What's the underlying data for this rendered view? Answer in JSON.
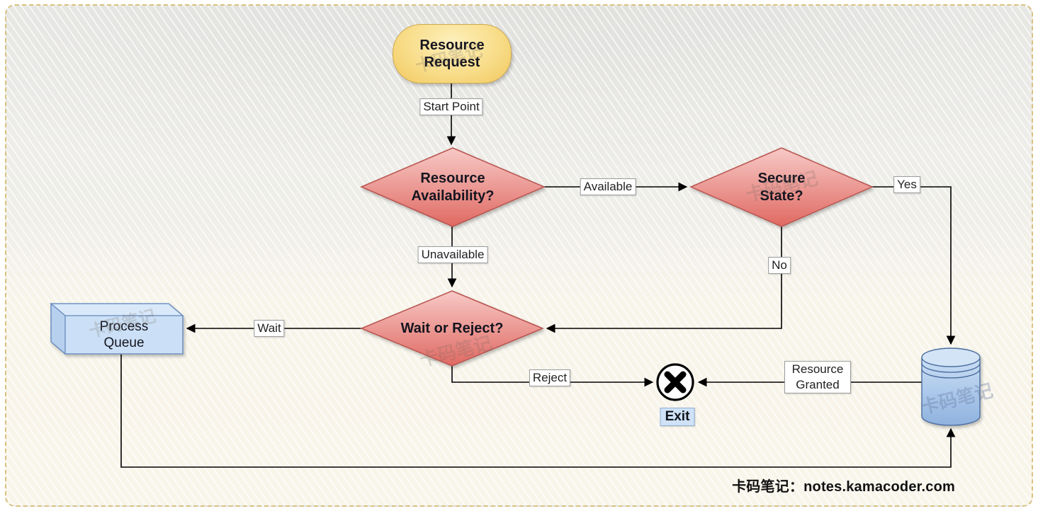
{
  "page": {
    "footer": "卡码笔记：notes.kamacoder.com",
    "watermark": "卡码笔记"
  },
  "colors": {
    "start_fill": "#f2c95f",
    "start_border": "#cda94e",
    "decision_fill_top": "#f7c9c6",
    "decision_fill_bottom": "#e06962",
    "decision_border": "#b85450",
    "process_fill": "#cbe0f6",
    "process_border": "#6c8ebf",
    "database_fill_top": "#cbdff5",
    "database_fill_bottom": "#8fb2df",
    "exit_label_fill": "#cfe2f7",
    "connector": "#000000",
    "paper_border": "#d9c17f"
  },
  "nodes": {
    "start": {
      "label": "Resource Request",
      "type": "terminator-ellipse"
    },
    "availability": {
      "label": "Resource Availability?",
      "type": "decision-diamond"
    },
    "secure": {
      "label": "Secure State?",
      "type": "decision-diamond"
    },
    "wait_or_reject": {
      "label": "Wait or Reject?",
      "type": "decision-diamond"
    },
    "process_queue": {
      "label": "Process Queue",
      "type": "cube"
    },
    "database": {
      "label": "",
      "type": "database-cylinder"
    },
    "exit": {
      "label": "Exit",
      "type": "end-x-circle"
    }
  },
  "edges": {
    "start_point": {
      "label": "Start Point",
      "from": "start",
      "to": "availability"
    },
    "available": {
      "label": "Available",
      "from": "availability",
      "to": "secure"
    },
    "unavailable": {
      "label": "Unavailable",
      "from": "availability",
      "to": "wait_or_reject"
    },
    "yes": {
      "label": "Yes",
      "from": "secure",
      "to": "database"
    },
    "no": {
      "label": "No",
      "from": "secure",
      "to": "wait_or_reject"
    },
    "wait": {
      "label": "Wait",
      "from": "wait_or_reject",
      "to": "process_queue"
    },
    "reject": {
      "label": "Reject",
      "from": "wait_or_reject",
      "to": "exit"
    },
    "resource_granted": {
      "label": "Resource Granted",
      "from": "database",
      "to": "exit"
    },
    "queue_loop": {
      "label": "",
      "from": "process_queue",
      "to": "database"
    }
  }
}
